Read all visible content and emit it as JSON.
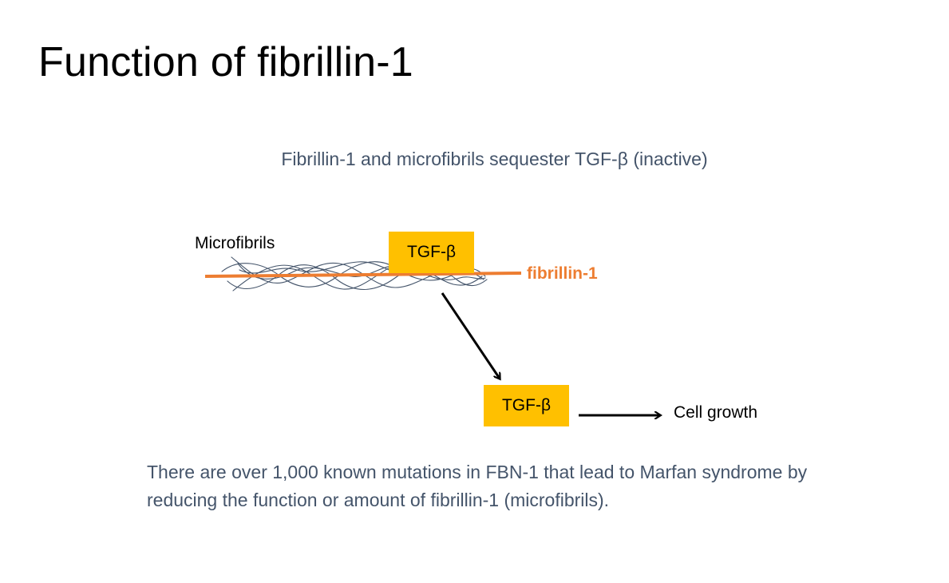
{
  "slide": {
    "title": "Function of fibrillin-1",
    "subtitle": "Fibrillin-1 and microfibrils sequester TGF-β (inactive)",
    "footer": "There are over 1,000 known mutations in FBN-1 that lead to Marfan syndrome by reducing the function or amount of fibrillin-1 (microfibrils)."
  },
  "diagram": {
    "microfibrils_label": "Microfibrils",
    "fibrillin_label": "fibrillin-1",
    "tgf_bound_label": "TGF-β",
    "tgf_free_label": "TGF-β",
    "cell_growth_label": "Cell growth"
  },
  "colors": {
    "fibrillin": "#ed7d31",
    "tgf_box": "#ffc000",
    "microfibril_strands": "#44546a",
    "text_accent": "#44546a"
  }
}
